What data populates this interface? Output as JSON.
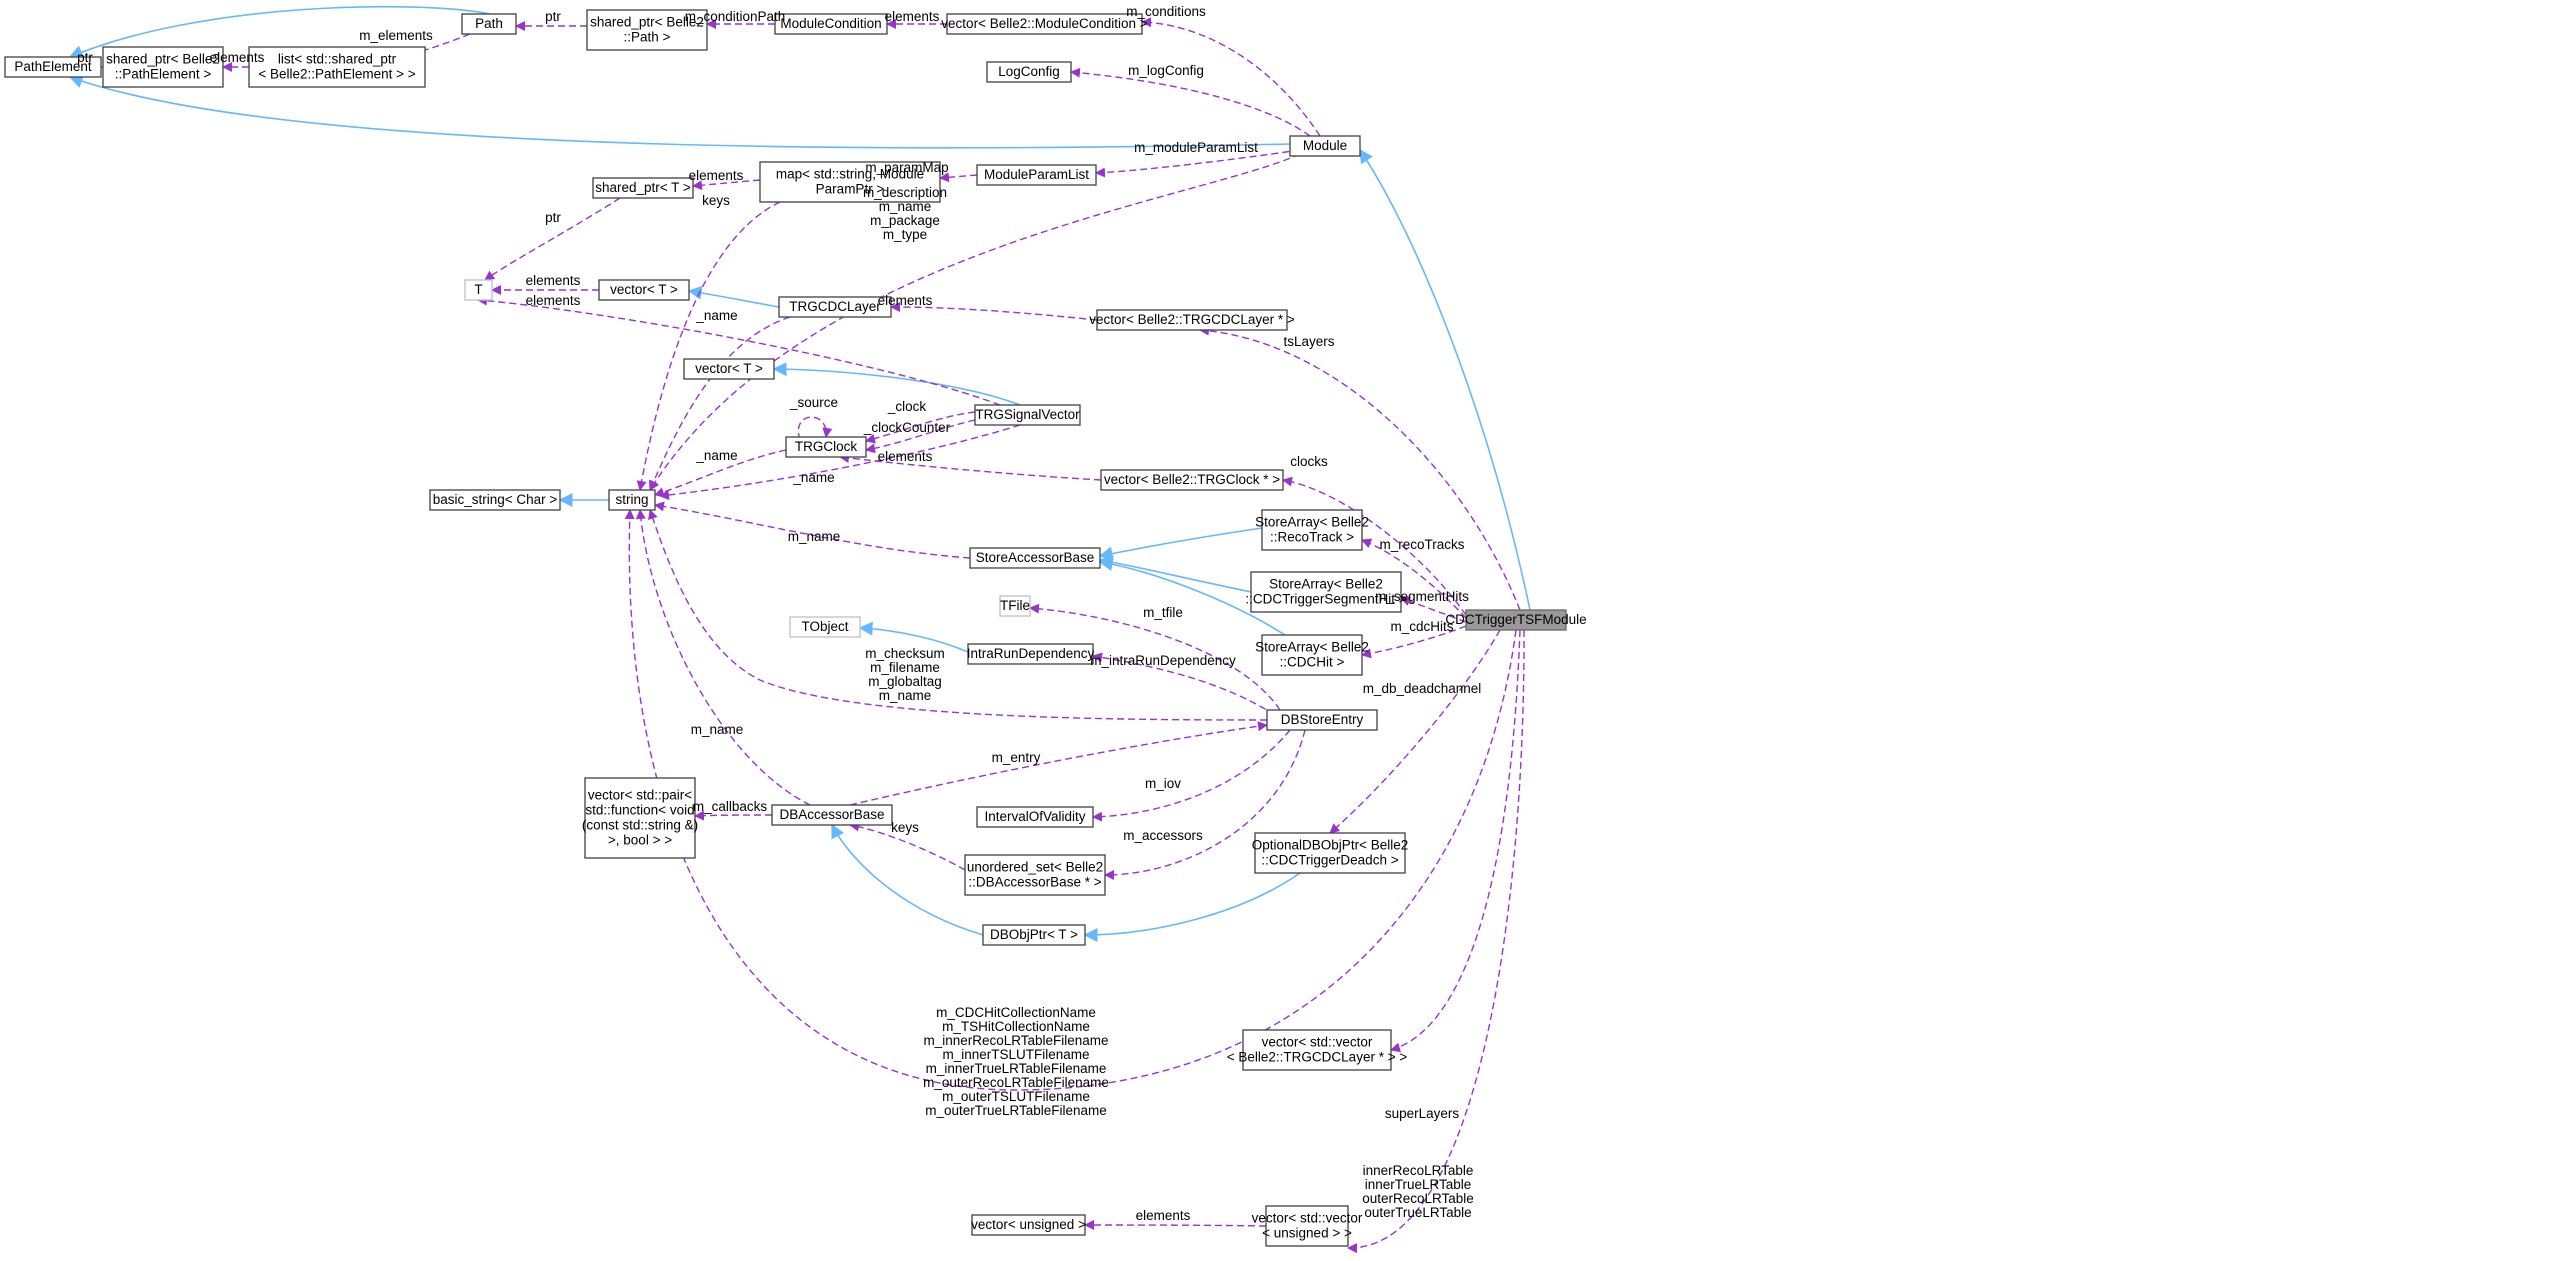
{
  "colors": {
    "usage_edge": "#9a32cd",
    "inheritance_edge": "#63b8ff",
    "focus_node_fill": "#999999",
    "node_border": "#404040",
    "undocumented_node_border": "#bfbfbf"
  },
  "nodes": {
    "path_element": [
      "PathElement"
    ],
    "shared_ptr_pathelement": [
      "shared_ptr< Belle2",
      "::PathElement >"
    ],
    "list_shared_ptr": [
      "list< std::shared_ptr",
      "< Belle2::PathElement > >"
    ],
    "path": [
      "Path"
    ],
    "shared_ptr_path": [
      "shared_ptr< Belle2",
      "::Path >"
    ],
    "module_condition": [
      "ModuleCondition"
    ],
    "vector_module_condition": [
      "vector< Belle2::ModuleCondition >"
    ],
    "log_config": [
      "LogConfig"
    ],
    "module": [
      "Module"
    ],
    "map_string_param": [
      "map< std::string, Module",
      "ParamPtr >"
    ],
    "module_param_list": [
      "ModuleParamList"
    ],
    "shared_ptr_t": [
      "shared_ptr< T >"
    ],
    "t": [
      "T"
    ],
    "vector_t_a": [
      "vector< T >"
    ],
    "trgcdc_layer": [
      "TRGCDCLayer"
    ],
    "vector_trgcdc_layer": [
      "vector< Belle2::TRGCDCLayer * >"
    ],
    "vector_t_b": [
      "vector< T >"
    ],
    "trg_signal_vector": [
      "TRGSignalVector"
    ],
    "trg_clock": [
      "TRGClock"
    ],
    "basic_string": [
      "basic_string< Char >"
    ],
    "string": [
      "string"
    ],
    "vector_trg_clock": [
      "vector< Belle2::TRGClock * >"
    ],
    "store_accessor_base": [
      "StoreAccessorBase"
    ],
    "store_array_recotrack": [
      "StoreArray< Belle2",
      "::RecoTrack >"
    ],
    "store_array_segmenthit": [
      "StoreArray< Belle2",
      "::CDCTriggerSegmentHit >"
    ],
    "store_array_cdchit": [
      "StoreArray< Belle2",
      "::CDCHit >"
    ],
    "tfile": [
      "TFile"
    ],
    "tobject": [
      "TObject"
    ],
    "intra_run_dependency": [
      "IntraRunDependency"
    ],
    "db_store_entry": [
      "DBStoreEntry"
    ],
    "cdc_trigger_tsf_module": [
      "CDCTriggerTSFModule"
    ],
    "vector_pair_function": [
      "vector< std::pair<",
      "std::function< void",
      "(const std::string &)",
      ">, bool > >"
    ],
    "db_accessor_base": [
      "DBAccessorBase"
    ],
    "interval_of_validity": [
      "IntervalOfValidity"
    ],
    "unordered_set": [
      "unordered_set< Belle2",
      "::DBAccessorBase * >"
    ],
    "optional_db_obj_ptr": [
      "OptionalDBObjPtr< Belle2",
      "::CDCTriggerDeadch >"
    ],
    "db_obj_ptr": [
      "DBObjPtr< T >"
    ],
    "vector_vector_trgcdc_layer": [
      "vector< std::vector",
      "< Belle2::TRGCDCLayer * > >"
    ],
    "vector_unsigned": [
      "vector< unsigned >"
    ],
    "vector_vector_unsigned": [
      "vector< std::vector",
      "< unsigned > >"
    ]
  },
  "edge_labels": {
    "ptr_pathelement": [
      "ptr"
    ],
    "elements_list": [
      "elements"
    ],
    "m_elements": [
      "m_elements"
    ],
    "ptr_path": [
      "ptr"
    ],
    "m_condition_path": [
      "m_conditionPath"
    ],
    "elements_module_condition": [
      "elements"
    ],
    "m_conditions": [
      "m_conditions"
    ],
    "m_log_config": [
      "m_logConfig"
    ],
    "m_module_param_list": [
      "m_moduleParamList"
    ],
    "m_param_map": [
      "m_paramMap"
    ],
    "elements_shared_ptr_t": [
      "elements"
    ],
    "ptr_t": [
      "ptr"
    ],
    "keys_map": [
      "keys"
    ],
    "m_description_group": [
      "m_description",
      "m_name",
      "m_package",
      "m_type"
    ],
    "elements_vector_t": [
      "elements"
    ],
    "elements_t_layer": [
      "elements"
    ],
    "name_layer": [
      "_name"
    ],
    "elements_trgcdc_layer": [
      "elements"
    ],
    "ts_layers": [
      "tsLayers"
    ],
    "source": [
      "_source"
    ],
    "clock": [
      "_clock"
    ],
    "clock_counter": [
      "_clockCounter"
    ],
    "elements_signal_vector": [
      "elements"
    ],
    "name_clock": [
      "_name"
    ],
    "name_signal_vector": [
      "_name"
    ],
    "clocks": [
      "clocks"
    ],
    "m_name_store": [
      "m_name"
    ],
    "m_reco_tracks": [
      "m_recoTracks"
    ],
    "m_segment_hits": [
      "m_segmentHits"
    ],
    "m_cdc_hits": [
      "m_cdcHits"
    ],
    "m_tfile": [
      "m_tfile"
    ],
    "m_intra_run_dependency": [
      "m_intraRunDependency"
    ],
    "m_checksum_group": [
      "m_checksum",
      "m_filename",
      "m_globaltag",
      "m_name"
    ],
    "m_db_deadchannel": [
      "m_db_deadchannel"
    ],
    "m_name_db_accessor": [
      "m_name"
    ],
    "m_entry": [
      "m_entry"
    ],
    "m_callbacks": [
      "m_callbacks"
    ],
    "m_iov": [
      "m_iov"
    ],
    "keys_unordered": [
      "keys"
    ],
    "m_accessors": [
      "m_accessors"
    ],
    "filenames_group": [
      "m_CDCHitCollectionName",
      "m_TSHitCollectionName",
      "m_innerRecoLRTableFilename",
      "m_innerTSLUTFilename",
      "m_innerTrueLRTableFilename",
      "m_outerRecoLRTableFilename",
      "m_outerTSLUTFilename",
      "m_outerTrueLRTableFilename"
    ],
    "super_layers": [
      "superLayers"
    ],
    "lr_tables_group": [
      "innerRecoLRTable",
      "innerTrueLRTable",
      "outerRecoLRTable",
      "outerTrueLRTable"
    ],
    "elements_unsigned": [
      "elements"
    ]
  }
}
